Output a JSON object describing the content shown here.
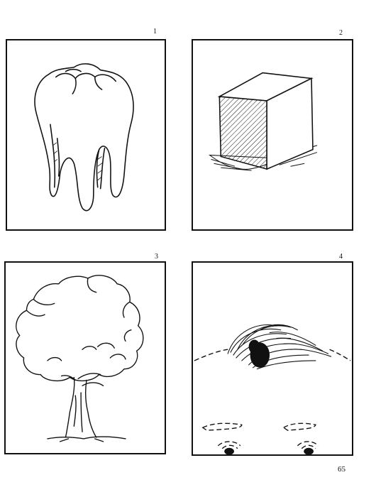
{
  "cards": [
    {
      "number": "1",
      "picture": "tooth-icon"
    },
    {
      "number": "2",
      "picture": "cube-icon"
    },
    {
      "number": "3",
      "picture": "tree-icon"
    },
    {
      "number": "4",
      "picture": "forehead-icon"
    }
  ],
  "page_number": "65"
}
